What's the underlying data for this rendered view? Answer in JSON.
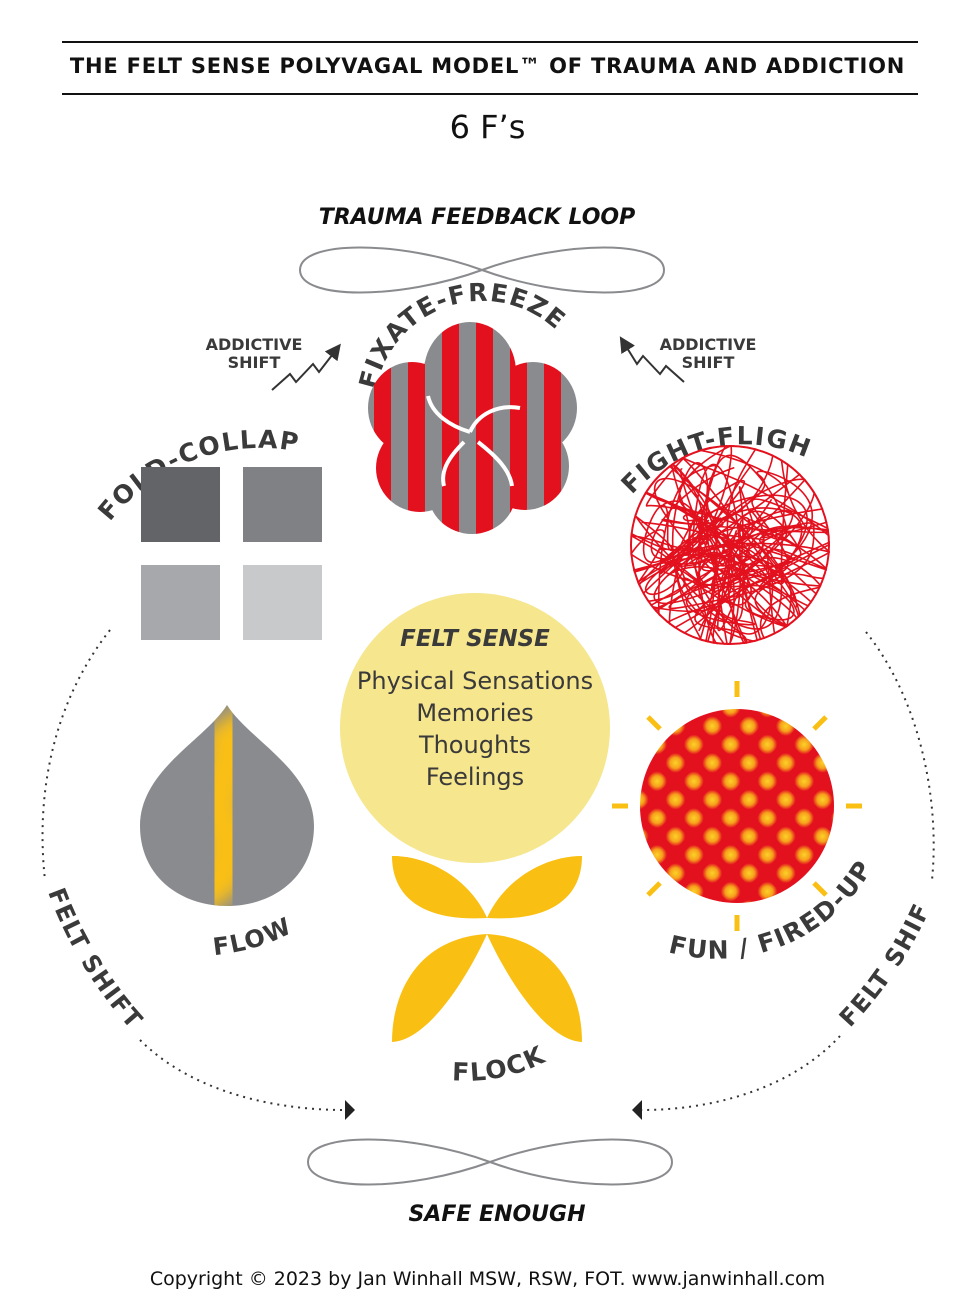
{
  "header": {
    "title": "THE FELT SENSE POLYVAGAL MODEL™ OF TRAUMA AND ADDICTION",
    "subtitle": "6 F’s"
  },
  "top_loop": {
    "label": "TRAUMA FEEDBACK LOOP"
  },
  "bottom_loop": {
    "label": "SAFE ENOUGH"
  },
  "addictive_shift": {
    "line1": "ADDICTIVE",
    "line2": "SHIFT"
  },
  "felt_shift": {
    "label": "FELT SHIFT"
  },
  "states": {
    "fixate_freeze": "FIXATE-FREEZE",
    "fold_collapse": "FOLD-COLLAPSE",
    "fight_flight": "FIGHT-FLIGHT",
    "flow": "FLOW",
    "fun_fired_up": "FUN / FIRED-UP",
    "flock": "FLOCK"
  },
  "center": {
    "title": "FELT SENSE",
    "items": [
      "Physical Sensations",
      "Memories",
      "Thoughts",
      "Feelings"
    ]
  },
  "footer": {
    "copyright": "Copyright © 2023 by Jan Winhall MSW, RSW, FOT. www.janwinhall.com"
  },
  "colors": {
    "red": "#e3101e",
    "gray": "#8a8b8e",
    "yellow": "#f9bf13",
    "pale_yellow": "#f6e68d",
    "dark_text": "#3a3a3a"
  }
}
